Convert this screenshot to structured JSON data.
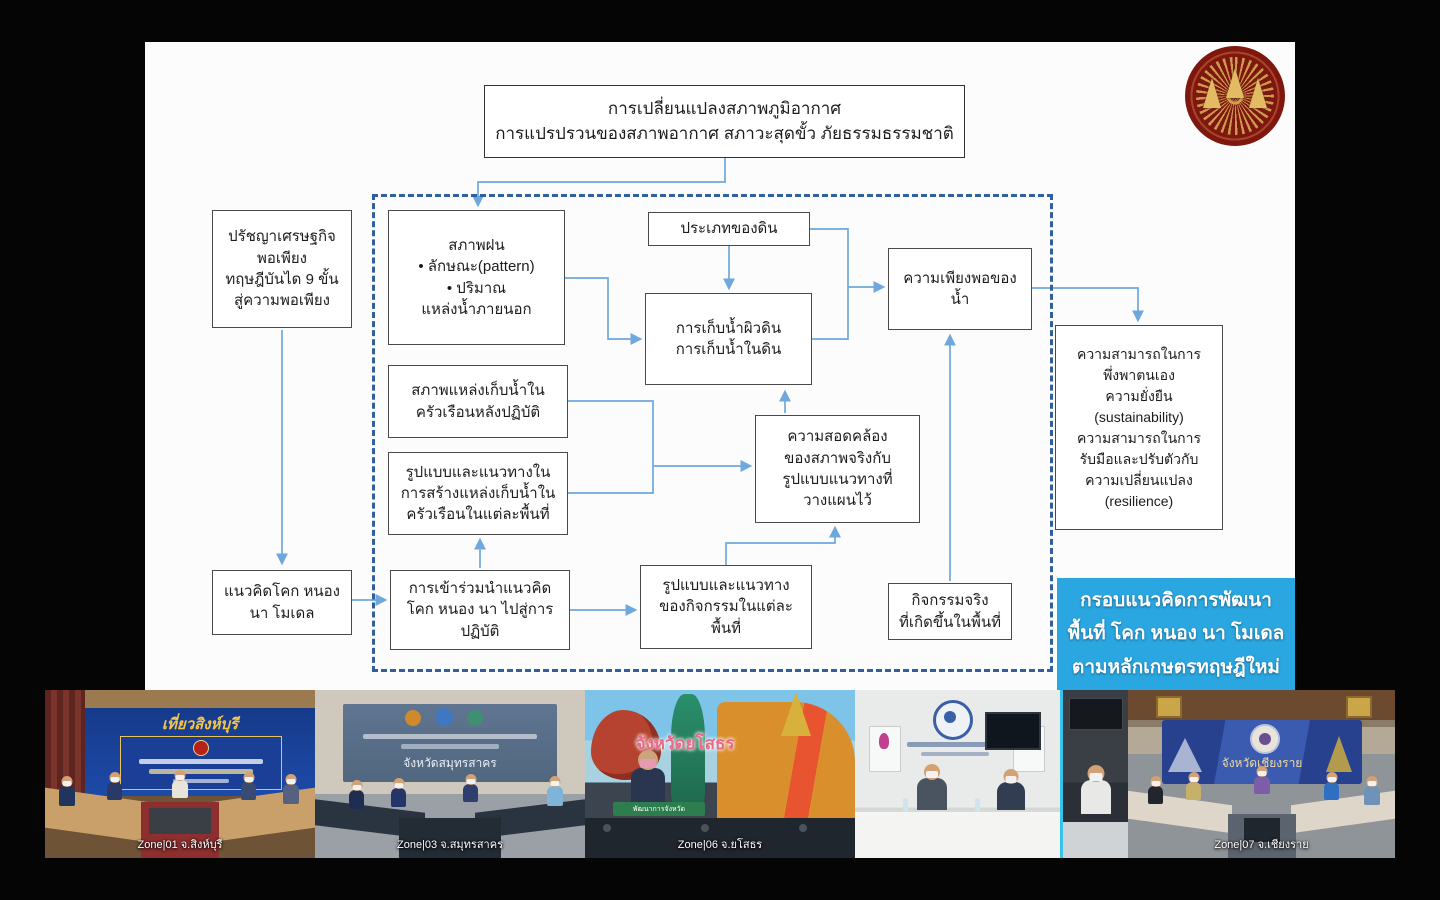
{
  "slide": {
    "title": "การเปลี่ยนแปลงสภาพภูมิอากาศ\nการแปรปรวนของสภาพอากาศ สภาวะสุดขั้ว ภัยธรรมธรรมชาติ",
    "philosophy": "ปรัชญาเศรษฐกิจ\nพอเพียง\nทฤษฎีบันได 9 ขั้น\nสู่ความพอเพียง",
    "concept": "แนวคิดโคก หนอง\nนา โมเดล",
    "boxes": {
      "rain": "สภาพฝน\n• ลักษณะ(pattern)\n• ปริมาณ\nแหล่งน้ำภายนอก",
      "soil_type": "ประเภทของดิน",
      "water_storage": "การเก็บน้ำผิวดิน\nการเก็บน้ำในดิน",
      "water_sufficiency": "ความเพียงพอของ\nน้ำ",
      "household_storage_state": "สภาพแหล่งเก็บน้ำใน\nครัวเรือนหลังปฏิบัติ",
      "household_storage_form": "รูปแบบและแนวทางใน\nการสร้างแหล่งเก็บน้ำใน\nครัวเรือนในแต่ละพื้นที่",
      "consistency": "ความสอดคล้อง\nของสภาพจริงกับ\nรูปแบบแนวทางที่\nวางแผนไว้",
      "adoption": "การเข้าร่วมนำแนวคิด\nโคก หนอง นา ไปสู่การ\nปฏิบัติ",
      "activity_form": "รูปแบบและแนวทาง\nของกิจกรรมในแต่ละ\nพื้นที่",
      "actual_activity": "กิจกรรมจริง\nที่เกิดขึ้นในพื้นที่",
      "outcome": "ความสามารถในการ\nพึ่งพาตนเอง\nความยั่งยืน\n(sustainability)\nความสามารถในการ\nรับมือและปรับตัวกับ\nความเปลี่ยนแปลง\n(resilience)",
      "framework": "กรอบแนวคิดการพัฒนา\nพื้นที่ โคก หนอง นา โมเดล\nตามหลักเกษตรทฤษฎีใหม่"
    },
    "logo_name": "university-seal"
  },
  "video_strip": {
    "feeds": [
      {
        "label": "Zone|01 จ.สิงห์บุรี",
        "banner": "เที่ยวสิงห์บุรี"
      },
      {
        "label": "Zone|03 จ.สมุทรสาคร",
        "banner": "จังหวัดสมุทรสาคร"
      },
      {
        "label": "Zone|06 จ.ยโสธร",
        "banner": "จังหวัดยโสธร",
        "nameplate": "พัฒนาการจังหวัด"
      },
      {
        "label": ""
      },
      {
        "label": ""
      },
      {
        "label": "Zone|07 จ.เชียงราย",
        "banner": "จังหวัดเชียงราย"
      }
    ]
  },
  "colors": {
    "arrow": "#6fa8dc",
    "dashed_border": "#2f5f9f",
    "framework_bg": "#2aa7e0",
    "framework_accent": "#4cc9f0",
    "seal_red": "#7e180f",
    "seal_gold": "#c89a3f"
  }
}
